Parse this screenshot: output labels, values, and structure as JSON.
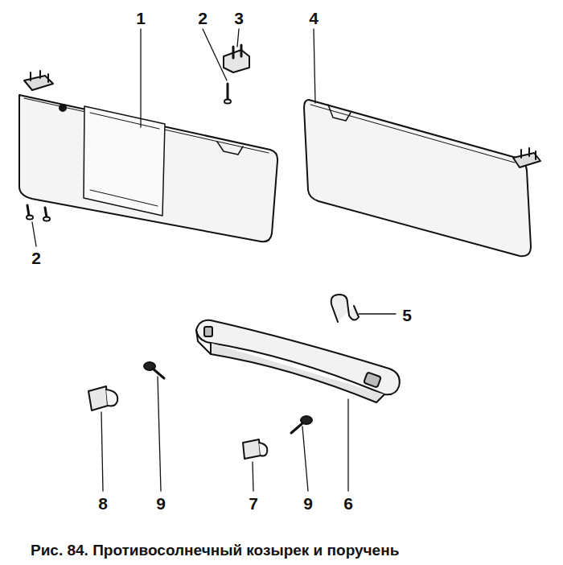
{
  "diagram": {
    "caption": "Рис. 84. Противосолнечный козырек и поручень",
    "labels": [
      "1",
      "2",
      "3",
      "4",
      "2",
      "5",
      "8",
      "9",
      "7",
      "9",
      "6"
    ]
  }
}
